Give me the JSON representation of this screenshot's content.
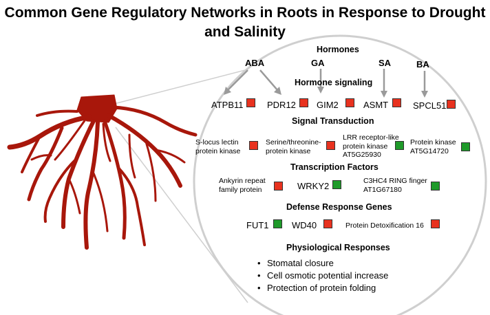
{
  "title": {
    "line1": "Common Gene Regulatory Networks in Roots in Response to Drought",
    "line2": "and Salinity"
  },
  "sections": {
    "hormones": "Hormones",
    "hormone_signaling": "Hormone signaling",
    "signal_transduction": "Signal Transduction",
    "transcription_factors": "Transcription Factors",
    "defense_response": "Defense Response Genes",
    "physiological": "Physiological Responses"
  },
  "hormones": [
    "ABA",
    "GA",
    "SA",
    "BA"
  ],
  "hormone_signaling_genes": [
    {
      "name": "ATPB11",
      "status": "red"
    },
    {
      "name": "PDR12",
      "status": "red"
    },
    {
      "name": "GIM2",
      "status": "red"
    },
    {
      "name": "ASMT",
      "status": "red"
    },
    {
      "name": "SPCL51",
      "status": "red"
    }
  ],
  "signal_transduction_genes": [
    {
      "line1": "S-locus lectin",
      "line2": "protein kinase",
      "line3": "",
      "status": "red"
    },
    {
      "line1": "Serine/threonine-",
      "line2": "protein kinase",
      "line3": "",
      "status": "red"
    },
    {
      "line1": "LRR receptor-like",
      "line2": "protein kinase",
      "line3": "AT5G25930",
      "status": "green"
    },
    {
      "line1": "Protein kinase",
      "line2": "AT5G14720",
      "line3": "",
      "status": "green"
    }
  ],
  "transcription_factor_genes": [
    {
      "line1": "Ankyrin repeat",
      "line2": "family protein",
      "status": "red"
    },
    {
      "line1": "WRKY2",
      "line2": "",
      "status": "green"
    },
    {
      "line1": "C3HC4 RING finger",
      "line2": "AT1G67180",
      "status": "green"
    }
  ],
  "defense_response_genes": [
    {
      "name": "FUT1",
      "status": "green"
    },
    {
      "name": "WD40",
      "status": "red"
    },
    {
      "name": "Protein Detoxification 16",
      "status": "red"
    }
  ],
  "physiological_responses": [
    "Stomatal closure",
    "Cell osmotic potential increase",
    "Protection of protein folding"
  ],
  "bullet_symbol": "•",
  "colors": {
    "up_regulated": "#e8321f",
    "down_regulated": "#1f9a2a",
    "root": "#a8170b",
    "arrow": "#999999"
  }
}
